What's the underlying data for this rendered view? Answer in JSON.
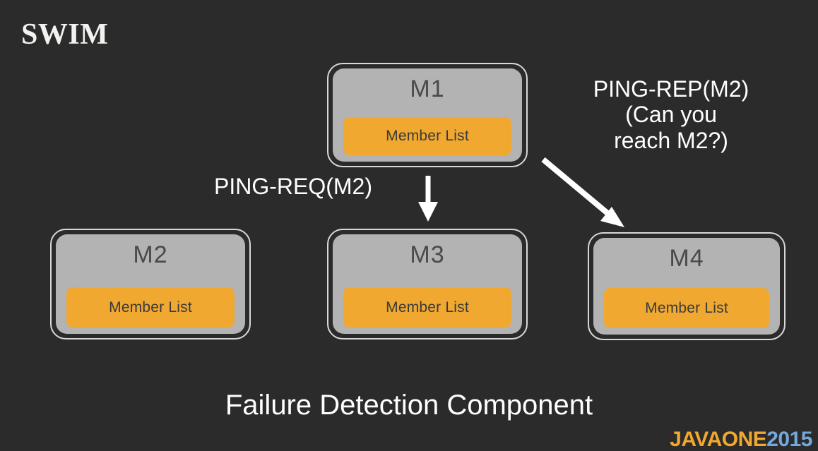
{
  "slide": {
    "title": "SWIM",
    "caption": "Failure Detection Component",
    "background_color": "#2b2b2b"
  },
  "colors": {
    "background": "#2b2b2b",
    "node_fill": "#b3b3b3",
    "node_border": "#d8d8d8",
    "member_list_fill": "#f0a830",
    "node_text": "#4a4a4a",
    "label_text": "#ffffff",
    "logo_orange": "#f0a830",
    "logo_blue": "#74a9dc"
  },
  "nodes": [
    {
      "id": "m1",
      "label": "M1",
      "inner_label": "Member List"
    },
    {
      "id": "m2",
      "label": "M2",
      "inner_label": "Member List"
    },
    {
      "id": "m3",
      "label": "M3",
      "inner_label": "Member List"
    },
    {
      "id": "m4",
      "label": "M4",
      "inner_label": "Member List"
    }
  ],
  "edges": [
    {
      "id": "ping-req",
      "from": "m1",
      "to": "m3",
      "label": "PING-REQ(M2)",
      "direction": "down"
    },
    {
      "id": "ping-rep",
      "from": "m1",
      "to": "m4",
      "label_line1": "PING-REP(M2)",
      "label_line2": "(Can you",
      "label_line3": "reach M2?)",
      "direction": "down-right"
    }
  ],
  "logo": {
    "part_a": "JAVAONE",
    "part_b": "2015"
  }
}
